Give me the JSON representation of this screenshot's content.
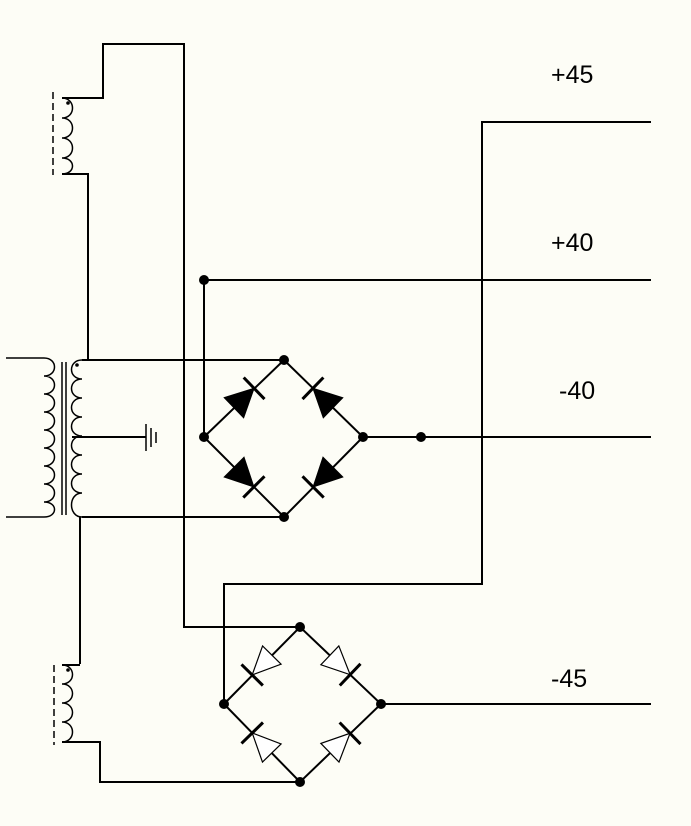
{
  "diagram": {
    "rail_labels": {
      "plus45": "+45",
      "plus40": "+40",
      "minus40": "-40",
      "minus45": "-45"
    },
    "colors": {
      "background": "#fdfdf6",
      "ink": "#000000"
    }
  }
}
